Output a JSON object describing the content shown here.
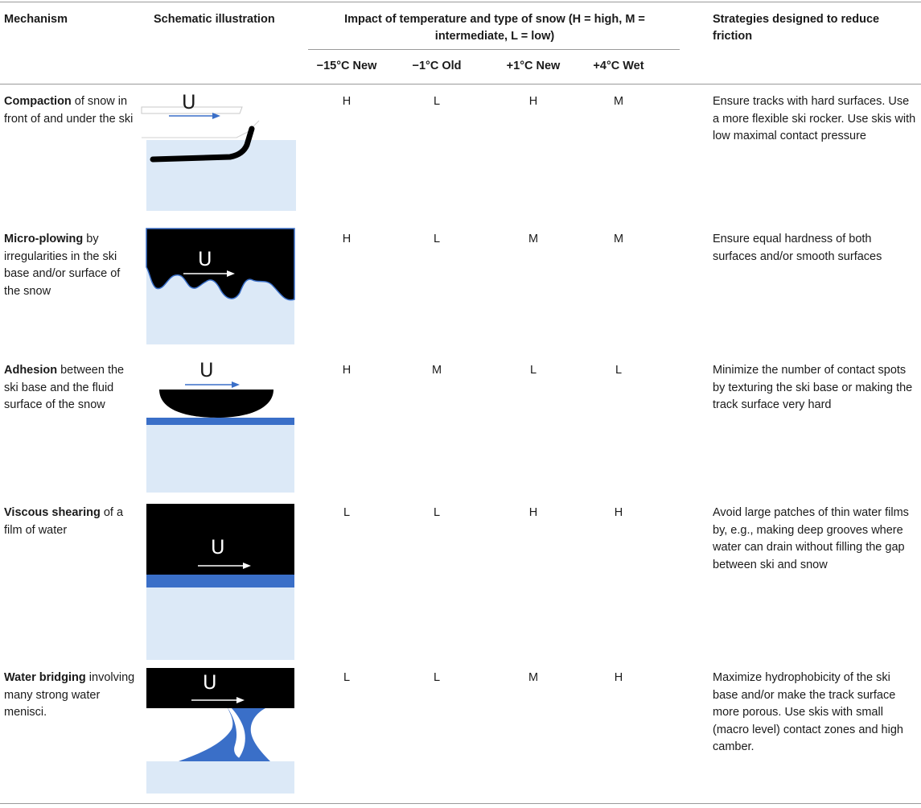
{
  "header": {
    "mechanism": "Mechanism",
    "schematic": "Schematic illustration",
    "impact": "Impact of temperature and type of snow (H = high, M = intermediate, L = low)",
    "strategies": "Strategies designed to reduce friction",
    "conditions": [
      "−15°C New",
      "−1°C Old",
      "+1°C New",
      "+4°C Wet"
    ]
  },
  "colors": {
    "snow": "#dce9f7",
    "water": "#3a6fc8",
    "ski": "#000000",
    "rule": "#9a9a9a"
  },
  "rows": [
    {
      "mechanism_bold": "Compaction",
      "mechanism_rest": " of snow in front of and under the ski",
      "velocity_label": "U",
      "impacts": [
        "H",
        "L",
        "H",
        "M"
      ],
      "strategy": "Ensure tracks with hard surfaces. Use a more flexible ski rocker. Use skis with low maximal contact pressure"
    },
    {
      "mechanism_bold": "Micro-plowing",
      "mechanism_rest": " by irregularities in the ski base and/or surface of the snow",
      "velocity_label": "U",
      "impacts": [
        "H",
        "L",
        "M",
        "M"
      ],
      "strategy": "Ensure equal hardness of both surfaces and/or smooth surfaces"
    },
    {
      "mechanism_bold": "Adhesion",
      "mechanism_rest": " between the ski base and the fluid surface of the snow",
      "velocity_label": "U",
      "impacts": [
        "H",
        "M",
        "L",
        "L"
      ],
      "strategy": "Minimize the number of contact spots by texturing the ski base or making the track surface very hard"
    },
    {
      "mechanism_bold": "Viscous shearing",
      "mechanism_rest": " of a film of water",
      "velocity_label": "U",
      "impacts": [
        "L",
        "L",
        "H",
        "H"
      ],
      "strategy": "Avoid large patches of thin water films by, e.g., making deep grooves where water can drain without filling the gap between ski and snow"
    },
    {
      "mechanism_bold": "Water bridging",
      "mechanism_rest": " involving many strong water menisci.",
      "velocity_label": "U",
      "impacts": [
        "L",
        "L",
        "M",
        "H"
      ],
      "strategy": "Maximize hydrophobicity of the ski base and/or make the track surface more porous. Use skis with small (macro level) contact zones and high camber."
    }
  ]
}
